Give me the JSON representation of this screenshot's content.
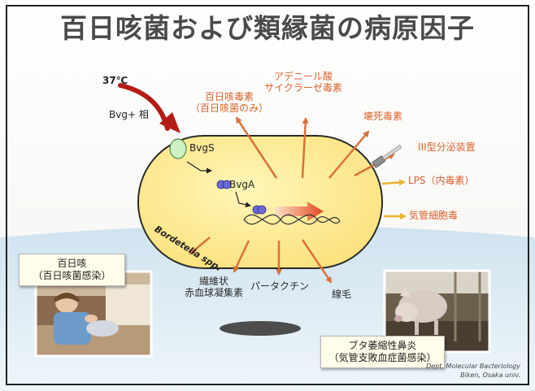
{
  "title": "百日咳菌および類縁菌の病原因子",
  "conditions": {
    "temperature": "37℃",
    "phase": "Bvg+ 相"
  },
  "bacterium": {
    "species": "Bordetella spp.",
    "sensor": "BvgS",
    "regulator": "BvgA"
  },
  "factors_top": [
    {
      "line1": "百日咳毒素",
      "line2": "（百日咳菌のみ）"
    },
    {
      "line1": "アデニール酸",
      "line2": "サイクラーゼ毒素"
    },
    {
      "line1": "壊死毒素",
      "line2": ""
    },
    {
      "line1": "III型分泌装置",
      "line2": ""
    }
  ],
  "factors_right": [
    "LPS（内毒素）",
    "気管細胞毒"
  ],
  "factors_bottom": [
    {
      "line1": "繊維状",
      "line2": "赤血球凝集素"
    },
    {
      "line1": "パータクチン",
      "line2": ""
    },
    {
      "line1": "線毛",
      "line2": ""
    }
  ],
  "disease_human": {
    "line1": "百日咳",
    "line2": "（百日咳菌感染）"
  },
  "disease_pig": {
    "line1": "ブタ萎縮性鼻炎",
    "line2": "（気管支敗血症菌感染）"
  },
  "credit": {
    "line1": "Dept. Molecular Bacteriology",
    "line2": "Biken, Osaka univ."
  },
  "colors": {
    "cell_fill": "#fde98a",
    "arrow": "#d9713a",
    "factor_text": "#d9622b",
    "cell_outline": "#2a2a2a"
  }
}
